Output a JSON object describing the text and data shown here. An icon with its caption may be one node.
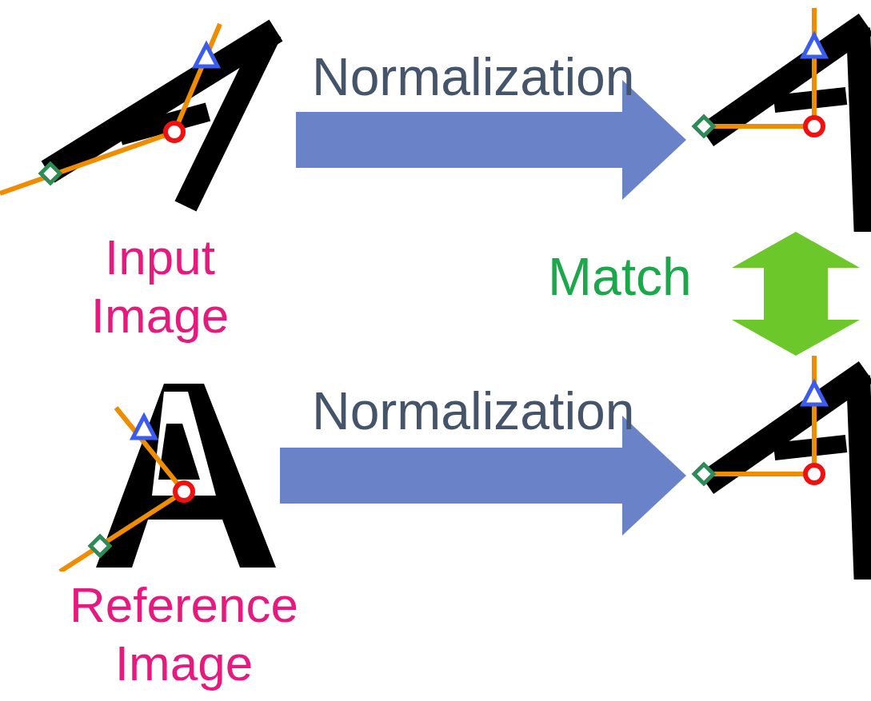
{
  "diagram": {
    "nodes": [
      {
        "text": [],
        "shape": "picture",
        "beside": [
          "Input Image"
        ]
      },
      {
        "text": [],
        "shape": "picture"
      },
      {
        "text": [],
        "shape": "picture",
        "beside": [
          "Reference Image"
        ]
      },
      {
        "text": [],
        "shape": "picture"
      }
    ],
    "edges": [
      {
        "from": 0,
        "to": 1,
        "arrow": "to",
        "label": "Normalization"
      },
      {
        "from": 1,
        "to": 3,
        "arrow": "both",
        "label": "Match",
        "color": "#6cc82a"
      },
      {
        "from": 2,
        "to": 3,
        "arrow": "to",
        "label": "Normalization"
      }
    ]
  }
}
